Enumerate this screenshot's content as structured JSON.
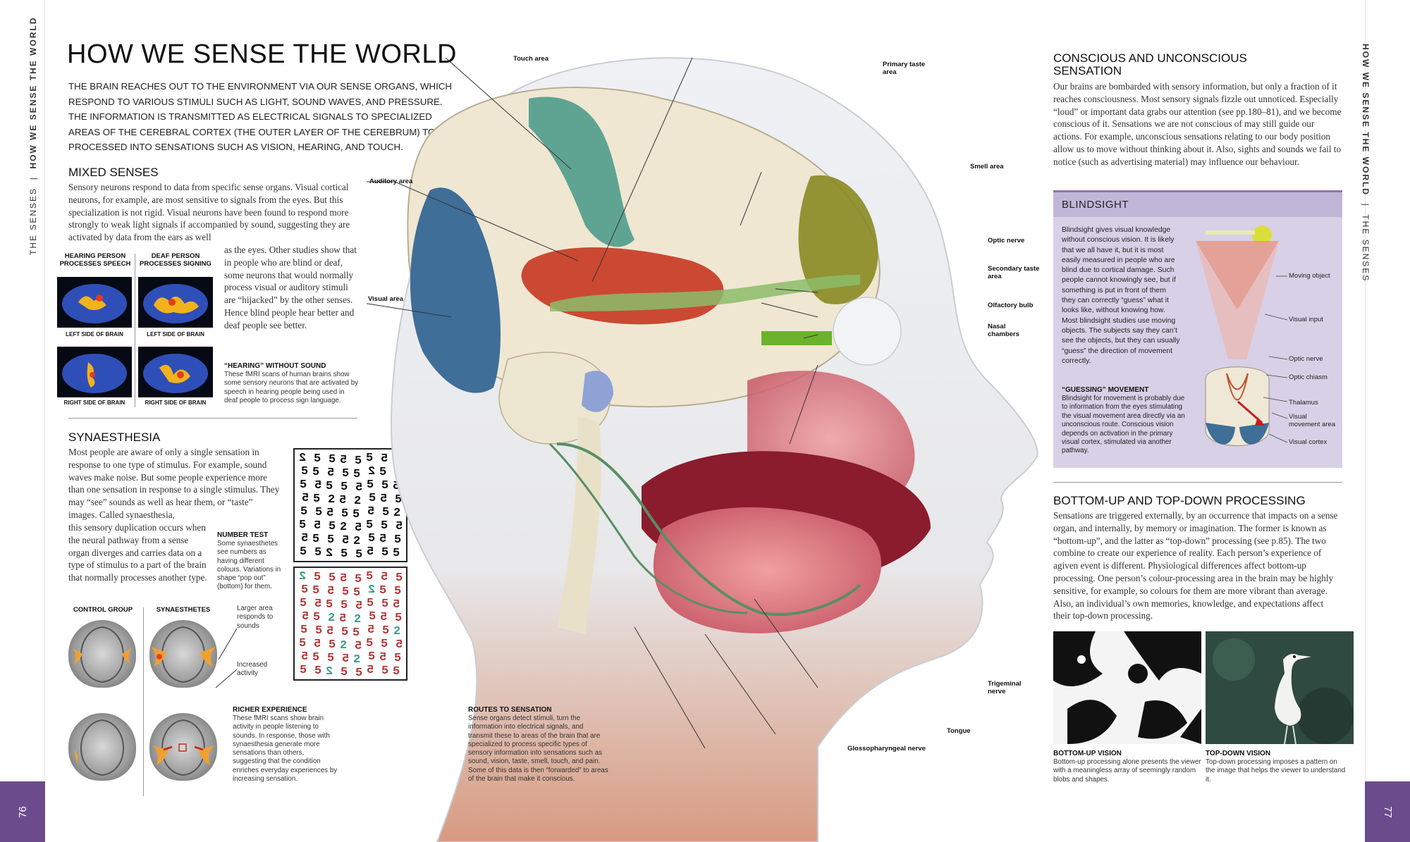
{
  "running_heads": {
    "left_section": "THE SENSES",
    "left_title": "HOW WE SENSE THE WORLD",
    "right_title": "HOW WE SENSE THE WORLD",
    "right_section": "THE SENSES"
  },
  "page_numbers": {
    "left": "76",
    "right": "77"
  },
  "title": "HOW WE SENSE THE WORLD",
  "intro": "The brain reaches out to the environment via our sense organs, which respond to various stimuli such as light, sound waves, and pressure. The information is transmitted as electrical signals to specialized areas of the cerebral cortex (the outer layer of the cerebrum) to be processed into sensations such as vision, hearing, and touch.",
  "mixed_senses": {
    "heading": "MIXED SENSES",
    "body_full": "Sensory neurons respond to data from specific sense organs. Visual cortical neurons, for example, are most sensitive to signals from the eyes. But this specialization is not rigid. Visual neurons have been found to respond more strongly to weak light signals if accompanied by sound, suggesting they are activated by data from the ears as well",
    "body_wrap": "as the eyes. Other studies show that in people who are blind or deaf, some neurons that would normally process visual or auditory stimuli are “hijacked” by the other senses. Hence blind people hear better and deaf people see better.",
    "col_hearing": "HEARING PERSON PROCESSES SPEECH",
    "col_deaf": "DEAF PERSON PROCESSES SIGNING",
    "scan_labels": [
      "LEFT SIDE OF BRAIN",
      "LEFT SIDE OF BRAIN",
      "RIGHT SIDE OF BRAIN",
      "RIGHT SIDE OF BRAIN"
    ],
    "caption_head": "“HEARING” WITHOUT SOUND",
    "caption_body": "These fMRI scans of human brains show some sensory neurons that are activated by speech in hearing people being used in deaf people to process sign language."
  },
  "synaesthesia": {
    "heading": "SYNAESTHESIA",
    "body_top": "Most people are aware of only a single sensation in response to one type of stimulus. For example, sound waves make noise. But some people experience more than one sensation in response to a single stimulus. They may “see” sounds as well as hear them, or “taste” images. Called synaesthesia,",
    "body_wrap": "this sensory duplication occurs when the neural pathway from a sense organ diverges and carries data on a type of stimulus to a part of the brain that normally processes another type.",
    "number_test_head": "NUMBER TEST",
    "number_test_body": "Some synaesthetes see numbers as having different colours. Variations in shape “pop out” (bottom) for them.",
    "col_control": "CONTROL GROUP",
    "col_synaesthetes": "SYNAESTHETES",
    "annot_larger": "Larger area responds to sounds",
    "annot_increased": "Increased activity",
    "caption_head": "RICHER EXPERIENCE",
    "caption_body": "These fMRI scans show brain activity in people listening to sounds. In response, those with synaesthesia generate more sensations than others, suggesting that the condition enriches everyday experiences by increasing sensation."
  },
  "routes": {
    "caption_head": "ROUTES TO SENSATION",
    "caption_body": "Sense organs detect stimuli, turn the information into electrical signals, and transmit these to areas of the brain that are specialized to process specific types of sensory information into sensations such as sound, vision, taste, smell, touch, and pain. Some of this data is then “forwarded” to areas of the brain that make it conscious."
  },
  "head_labels": {
    "touch": "Touch area",
    "primary_taste": "Primary taste area",
    "auditory": "Auditory area",
    "smell": "Smell area",
    "visual": "Visual area",
    "optic_nerve": "Optic nerve",
    "secondary_taste": "Secondary taste area",
    "olfactory": "Olfactory bulb",
    "nasal": "Nasal chambers",
    "trigeminal": "Trigeminal nerve",
    "tongue": "Tongue",
    "glosso": "Glossopharyngeal nerve"
  },
  "conscious": {
    "heading": "CONSCIOUS AND UNCONSCIOUS SENSATION",
    "body": "Our brains are bombarded with sensory information, but only a fraction of it reaches consciousness. Most sensory signals fizzle out unnoticed. Especially “loud” or important data grabs our attention (see pp.180–81), and we become conscious of it. Sensations we are not conscious of may still guide our actions. For example, unconscious sensations relating to our body position allow us to move without thinking about it. Also, sights and sounds we fail to notice (such as advertising material) may influence our behaviour."
  },
  "blindsight": {
    "title": "BLINDSIGHT",
    "body": "Blindsight gives visual knowledge without conscious vision. It is likely that we all have it, but it is most easily measured in people who are blind due to cortical damage. Such people cannot knowingly see, but if something is put in front of them they can correctly “guess” what it looks like, without knowing how. Most blindsight studies use moving objects. The subjects say they can’t see the objects, but they can usually “guess” the direction of movement correctly.",
    "guess_head": "“GUESSING” MOVEMENT",
    "guess_body": "Blindsight for movement is probably due to information from the eyes stimulating the visual movement area directly via an unconscious route. Conscious vision depends on activation in the primary visual cortex, stimulated via another pathway.",
    "labels": {
      "moving_object": "Moving object",
      "visual_input": "Visual input",
      "optic_nerve": "Optic nerve",
      "optic_chiasm": "Optic chiasm",
      "thalamus": "Thalamus",
      "visual_movement": "Visual movement area",
      "visual_cortex": "Visual cortex"
    }
  },
  "bottom_up": {
    "heading": "BOTTOM-UP AND TOP-DOWN PROCESSING",
    "body": "Sensations are triggered externally, by an occurrence that impacts on a sense organ, and internally, by memory or imagination. The former is known as “bottom-up”, and the latter as “top-down” processing (see p.85). The two combine to create our experience of reality. Each person’s experience of agiven event is different. Physiological differences affect bottom-up processing. One person’s colour-processing area in the brain may be highly sensitive, for example, so colours for them are more vibrant than average. Also, an individual’s own memories, knowledge, and expectations affect their top-down processing.",
    "bu_head": "BOTTOM-UP VISION",
    "bu_body": "Bottom-up processing alone presents the viewer with a meaningless array of seemingly random blobs and shapes.",
    "td_head": "TOP-DOWN VISION",
    "td_body": "Top-down processing imposes a pattern on the image that helps the viewer to understand it."
  },
  "number_grid": {
    "glyph_a": "5",
    "glyph_b": "2",
    "color_a": "#b23a3a",
    "color_b": "#3c9c88"
  },
  "colors": {
    "accent_purple": "#6c4b8c",
    "touch_area": "#4f9c8c",
    "auditory_area": "#c8402a",
    "visual_area": "#3f6e98",
    "smell_area": "#8a8a22"
  }
}
